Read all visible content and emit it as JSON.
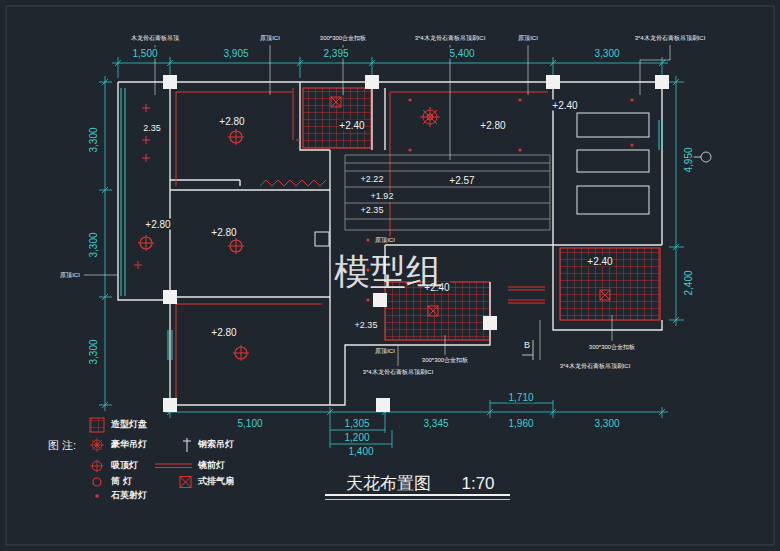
{
  "diagram": {
    "title": "天花布置图",
    "labels": [
      "1,500",
      "3,905",
      "2,395",
      "5,400",
      "3,300",
      "3,300",
      "3,300",
      "3,300",
      "4,950",
      "2,400",
      "5,100",
      "1,305",
      "3,345",
      "1,710",
      "1,960",
      "3,300",
      "1,200",
      "1,400",
      "+2.80",
      "2.35",
      "+2.40",
      "+2.80",
      "+2.40",
      "+2.22",
      "+1.92",
      "+2.57",
      "+2.35",
      "+2.80",
      "+2.80",
      "+2.80",
      "+2.40",
      "+2.40",
      "+2.35",
      "木龙骨石膏板吊顶",
      "原顶ICI",
      "300*300合金扣板",
      "3*4木龙骨石膏板吊顶刷ICI",
      "原顶ICI",
      "3*4木龙骨石膏板吊顶刷ICI",
      "原顶ICI",
      "原顶ICI",
      "原顶ICI",
      "300*300合金扣板",
      "3*4木龙骨石膏板吊顶刷ICI",
      "300*300合金扣板",
      "3*4木龙骨石膏板吊顶刷ICI",
      "B",
      "图 注:",
      "1:70",
      "模型组"
    ],
    "legend": [
      {
        "text": "造型灯盘"
      },
      {
        "text": "豪华吊灯"
      },
      {
        "text": "钢索吊灯"
      },
      {
        "text": "吸顶灯"
      },
      {
        "text": "镜前灯"
      },
      {
        "text": "筒 灯"
      },
      {
        "text": "式排气扇"
      },
      {
        "text": "石英射灯"
      }
    ]
  }
}
